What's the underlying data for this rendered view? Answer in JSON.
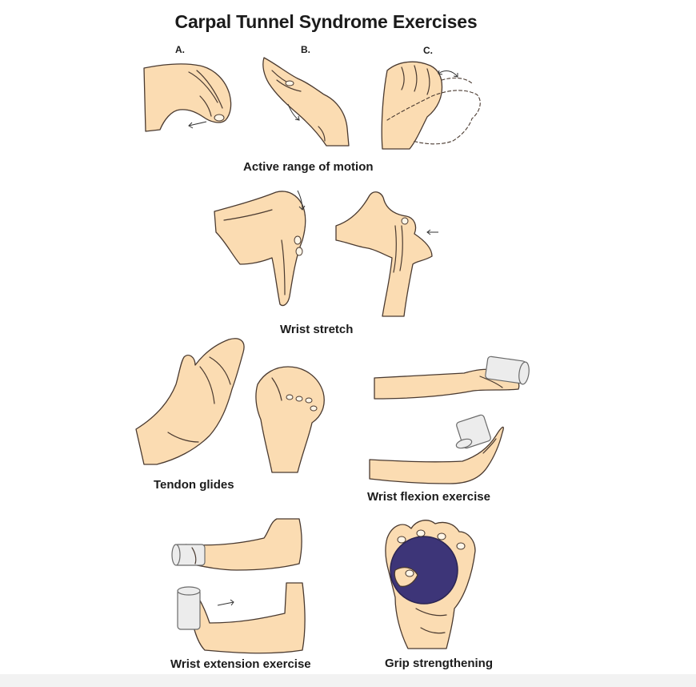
{
  "title": "Carpal Tunnel Syndrome Exercises",
  "letters": {
    "a": "A.",
    "b": "B.",
    "c": "C."
  },
  "captions": {
    "active_range": "Active range of motion",
    "wrist_stretch": "Wrist stretch",
    "tendon_glides": "Tendon glides",
    "wrist_flexion": "Wrist flexion exercise",
    "wrist_extension": "Wrist extension exercise",
    "grip_strengthening": "Grip strengthening"
  },
  "colors": {
    "skin": "#fbdcb2",
    "outline": "#4a3a30",
    "ball": "#3d3578",
    "cup": "#ececec"
  }
}
